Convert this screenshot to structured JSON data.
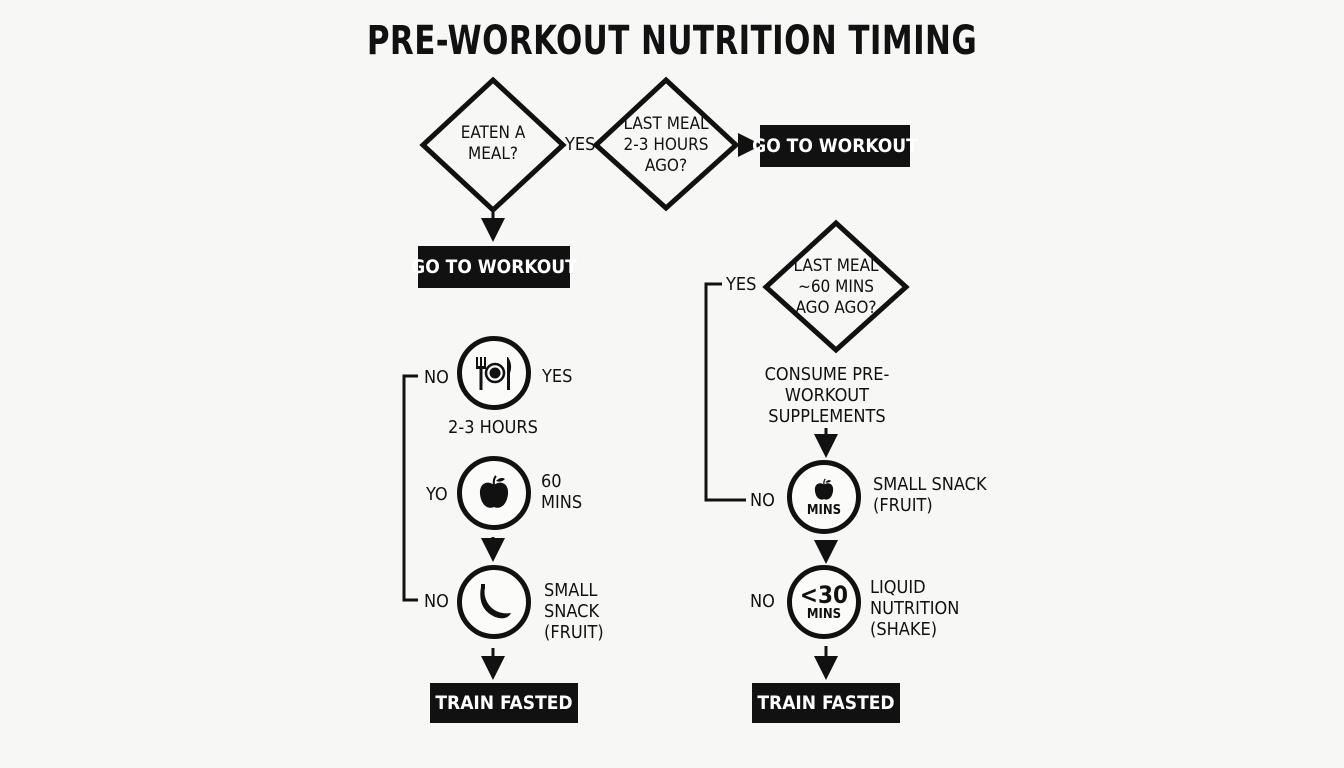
{
  "title": "PRE-WORKOUT NUTRITION TIMING",
  "decisions": {
    "eaten": "EATEN A MEAL?",
    "last_2_3": "LAST MEAL 2-3 HOURS AGO?",
    "last_60": "LAST MEAL ~60 MINS AGO AGO?"
  },
  "boxes": {
    "go_top_right": "GO TO WORKOUT",
    "go_top_left": "GO TO WORKOUT",
    "train_fasted_left": "TRAIN FASTED",
    "train_fasted_right": "TRAIN FASTED"
  },
  "labels": {
    "yes_top": "YES",
    "yes_right": "YES",
    "no_left_1": "NO",
    "yes_left_1": "YES",
    "two_three_hours": "2-3 HOURS",
    "yo_left": "YO",
    "sixty_mins": "60 MINS",
    "no_left_2": "NO",
    "small_snack_left": "SMALL SNACK (FRUIT)",
    "consume": "CONSUME PRE-WORKOUT SUPPLEMENTS",
    "no_right_1": "NO",
    "small_snack_right": "SMALL SNACK (FRUIT)",
    "no_right_2": "NO",
    "liquid": "LIQUID NUTRITION (SHAKE)"
  },
  "circles": {
    "mins_right": "MINS",
    "lt30_value": "<30",
    "lt30_unit": "MINS"
  },
  "icons": [
    "plate-icon",
    "apple-icon",
    "banana-icon",
    "apple-icon",
    "timer-icon"
  ],
  "colors": {
    "ink": "#111111",
    "background": "#f7f7f6",
    "box_text": "#ffffff"
  }
}
